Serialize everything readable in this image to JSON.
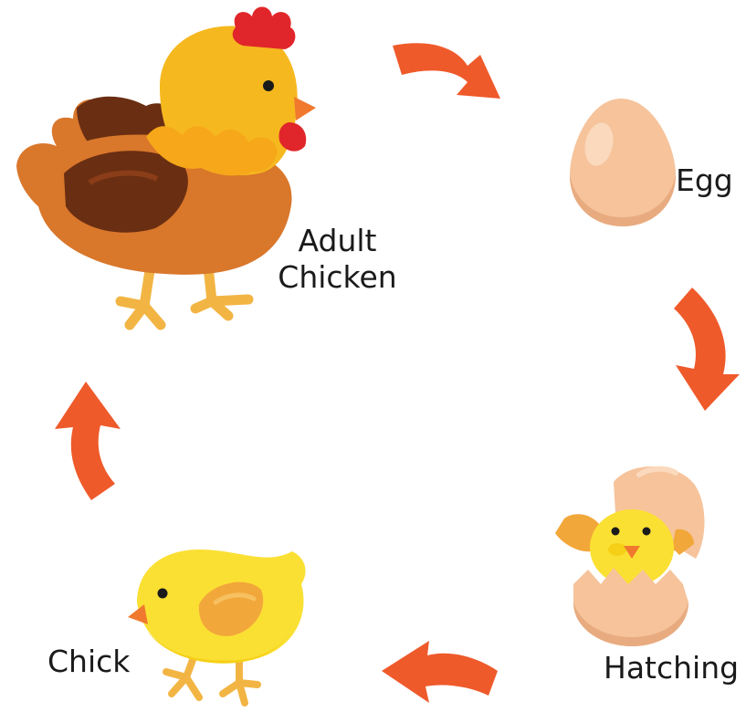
{
  "stages": {
    "adult_line1": "Adult",
    "adult_line2": "Chicken",
    "egg": "Egg",
    "hatching": "Hatching",
    "chick": "Chick"
  },
  "colors": {
    "arrow": "#ef5a2b",
    "hen_body": "#d9772b",
    "hen_head": "#f6b81f",
    "hen_wing": "#6a2e12",
    "comb": "#e0262a",
    "egg": "#f6c39b",
    "chick": "#fbe034",
    "beak": "#f0792e",
    "feet": "#f2b544"
  },
  "icons": [
    "hen-icon",
    "egg-icon",
    "hatching-chick-icon",
    "chick-icon",
    "cycle-arrow-icon"
  ]
}
